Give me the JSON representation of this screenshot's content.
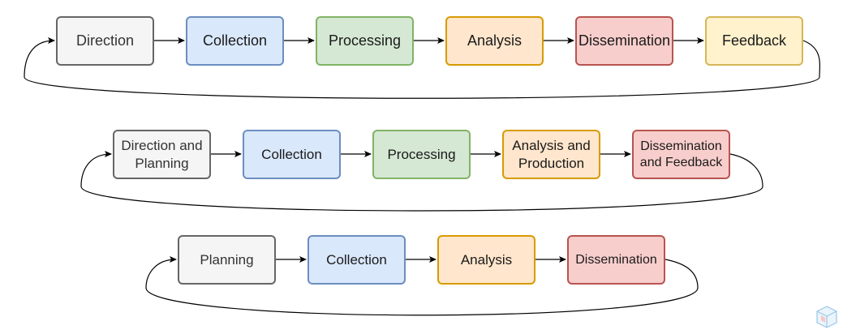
{
  "cycles": [
    {
      "steps": [
        "Direction",
        "Collection",
        "Processing",
        "Analysis",
        "Dissemination",
        "Feedback"
      ]
    },
    {
      "steps": [
        "Direction and Planning",
        "Collection",
        "Processing",
        "Analysis and Production",
        "Dissemination and Feedback"
      ]
    },
    {
      "steps": [
        "Planning",
        "Collection",
        "Analysis",
        "Dissemination"
      ]
    }
  ],
  "colors": {
    "gray_fill": "#f5f5f5",
    "gray_stroke": "#666666",
    "blue_fill": "#dae8fc",
    "blue_stroke": "#6c8ebf",
    "green_fill": "#d5e8d4",
    "green_stroke": "#82b366",
    "orange_fill": "#ffe6cc",
    "orange_stroke": "#d79b00",
    "red_fill": "#f8cecc",
    "red_stroke": "#b85450",
    "yellow_fill": "#fff2cc",
    "yellow_stroke": "#d6b656",
    "connector": "#000000"
  },
  "watermark_icon": "cube-icon"
}
